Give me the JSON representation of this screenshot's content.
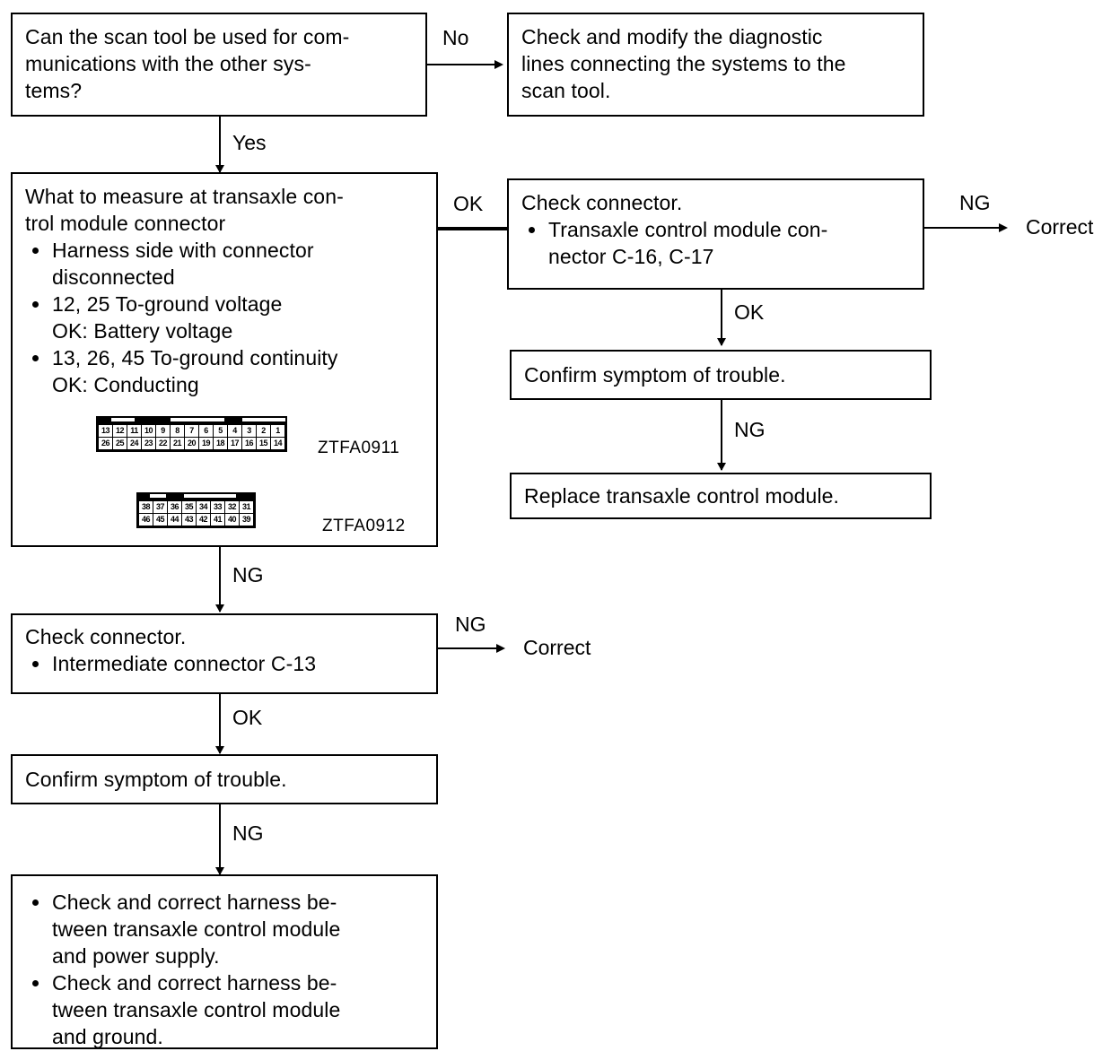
{
  "diagram": {
    "title": "Transaxle control module diagnostic flowchart",
    "boxes": {
      "scan_tool_question": {
        "text": "Can the scan tool be used for com-\nmunications with the other sys-\ntems?"
      },
      "check_modify_lines": {
        "text": "Check and modify the diagnostic\nlines connecting the systems to the\nscan tool."
      },
      "what_to_measure": {
        "heading": "What to measure at transaxle con-\ntrol module connector",
        "bullets": [
          "Harness side with connector\ndisconnected",
          "12, 25 To-ground voltage\nOK: Battery voltage",
          "13, 26, 45 To-ground continuity\nOK: Conducting"
        ]
      },
      "check_connector_tcm": {
        "heading": "Check connector.",
        "bullets": [
          "Transaxle control module con-\nnector C-16, C-17"
        ]
      },
      "confirm_symptom_right": {
        "text": "Confirm symptom of trouble."
      },
      "replace_module": {
        "text": "Replace transaxle control module."
      },
      "check_connector_intermediate": {
        "heading": "Check connector.",
        "bullets": [
          "Intermediate connector C-13"
        ]
      },
      "confirm_symptom_left": {
        "text": "Confirm symptom of trouble."
      },
      "check_harness": {
        "bullets": [
          "Check and correct harness be-\ntween transaxle control module\nand power supply.",
          "Check and correct harness be-\ntween transaxle control module\nand ground."
        ]
      }
    },
    "edge_labels": {
      "no": "No",
      "yes": "Yes",
      "ok_to_check_connector": "OK",
      "ng_to_correct_top": "NG",
      "ok_to_confirm": "OK",
      "ng_to_replace": "NG",
      "ng_to_check_intermediate": "NG",
      "ng_to_correct_bottom": "NG",
      "ok_to_confirm_left": "OK",
      "ng_to_check_harness": "NG"
    },
    "terminals": {
      "correct_top": "Correct",
      "correct_bottom": "Correct"
    },
    "connectors": [
      {
        "id": "ZTFA0911",
        "caption": "ZTFA0911",
        "top_row": [
          "13",
          "12",
          "11",
          "10",
          "9",
          "8",
          "7",
          "6",
          "5",
          "4",
          "3",
          "2",
          "1"
        ],
        "bottom_row": [
          "26",
          "25",
          "24",
          "23",
          "22",
          "21",
          "20",
          "19",
          "18",
          "17",
          "16",
          "15",
          "14"
        ]
      },
      {
        "id": "ZTFA0912",
        "caption": "ZTFA0912",
        "top_row": [
          "38",
          "37",
          "36",
          "35",
          "34",
          "33",
          "32",
          "31"
        ],
        "bottom_row": [
          "46",
          "45",
          "44",
          "43",
          "42",
          "41",
          "40",
          "39"
        ]
      }
    ],
    "colors": {
      "ink": "#000000",
      "paper": "#ffffff"
    }
  }
}
